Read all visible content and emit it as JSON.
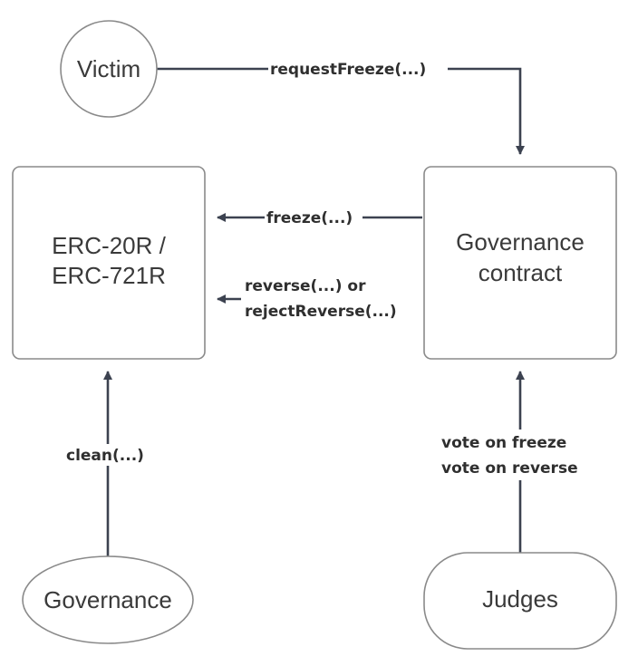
{
  "nodes": {
    "victim": {
      "label": "Victim",
      "shape": "circle"
    },
    "token": {
      "line1": "ERC-20R /",
      "line2": "ERC-721R",
      "shape": "rounded-rectangle"
    },
    "governance_contract": {
      "line1": "Governance",
      "line2": "contract",
      "shape": "rounded-rectangle"
    },
    "governance": {
      "label": "Governance",
      "shape": "ellipse"
    },
    "judges": {
      "label": "Judges",
      "shape": "stadium"
    }
  },
  "edges": {
    "request_freeze": {
      "from": "victim",
      "to": "governance_contract",
      "label": "requestFreeze(...)"
    },
    "freeze": {
      "from": "governance_contract",
      "to": "token",
      "label": "freeze(...)"
    },
    "reverse": {
      "from": "governance_contract",
      "to": "token",
      "line1": "reverse(...) or",
      "line2": "rejectReverse(...)"
    },
    "clean": {
      "from": "governance",
      "to": "token",
      "label": "clean(...)"
    },
    "vote": {
      "from": "judges",
      "to": "governance_contract",
      "line1": "vote on freeze",
      "line2": "vote on reverse"
    }
  },
  "colors": {
    "node_border": "#8a8a8a",
    "node_text": "#3a3a3a",
    "edge_line": "#3c4250",
    "edge_text": "#2f2f2f",
    "background": "#ffffff"
  }
}
